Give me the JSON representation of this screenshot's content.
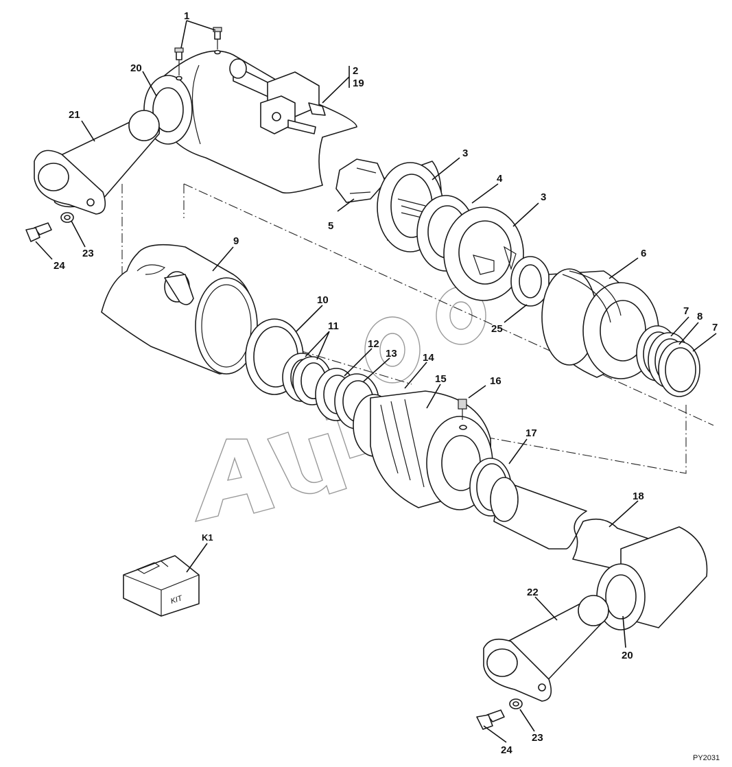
{
  "diagram": {
    "callouts": {
      "c1": "1",
      "c2": "2",
      "c19": "19",
      "c3a": "3",
      "c3b": "3",
      "c4": "4",
      "c5": "5",
      "c6": "6",
      "c7a": "7",
      "c7b": "7",
      "c8": "8",
      "c9": "9",
      "c10": "10",
      "c11": "11",
      "c12": "12",
      "c13": "13",
      "c14": "14",
      "c15": "15",
      "c16": "16",
      "c17": "17",
      "c18": "18",
      "c20a": "20",
      "c20b": "20",
      "c21": "21",
      "c22": "22",
      "c23a": "23",
      "c23b": "23",
      "c24a": "24",
      "c24b": "24",
      "c25": "25",
      "ck1": "K1"
    },
    "kit_box_text": "KIT",
    "drawing_code": "PY2031",
    "colors": {
      "line": "#1a1a1a",
      "background": "#ffffff",
      "shade": "#d6d6d6"
    }
  }
}
